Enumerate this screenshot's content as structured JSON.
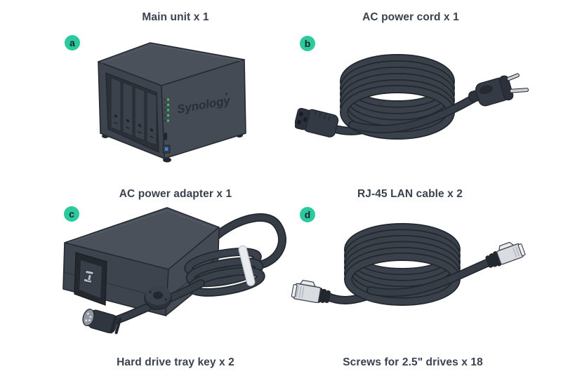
{
  "cells": {
    "main_unit": {
      "badge": "a",
      "title": "Main unit x 1",
      "device_logo": "Synology"
    },
    "power_cord": {
      "badge": "b",
      "title": "AC power cord x 1"
    },
    "power_adapter": {
      "badge": "c",
      "title": "AC power adapter x 1"
    },
    "lan_cable": {
      "badge": "d",
      "title": "RJ-45 LAN cable x 2"
    },
    "tray_key": {
      "title": "Hard drive tray key x 2"
    },
    "screws": {
      "title": "Screws for 2.5\" drives x 18"
    }
  },
  "colors": {
    "accent_green": "#2bc99d",
    "title_text": "#39424e",
    "device_body": "#3e444e",
    "cable": "#363d47",
    "led_green": "#3fc167",
    "power_led_blue": "#3b7de0"
  }
}
